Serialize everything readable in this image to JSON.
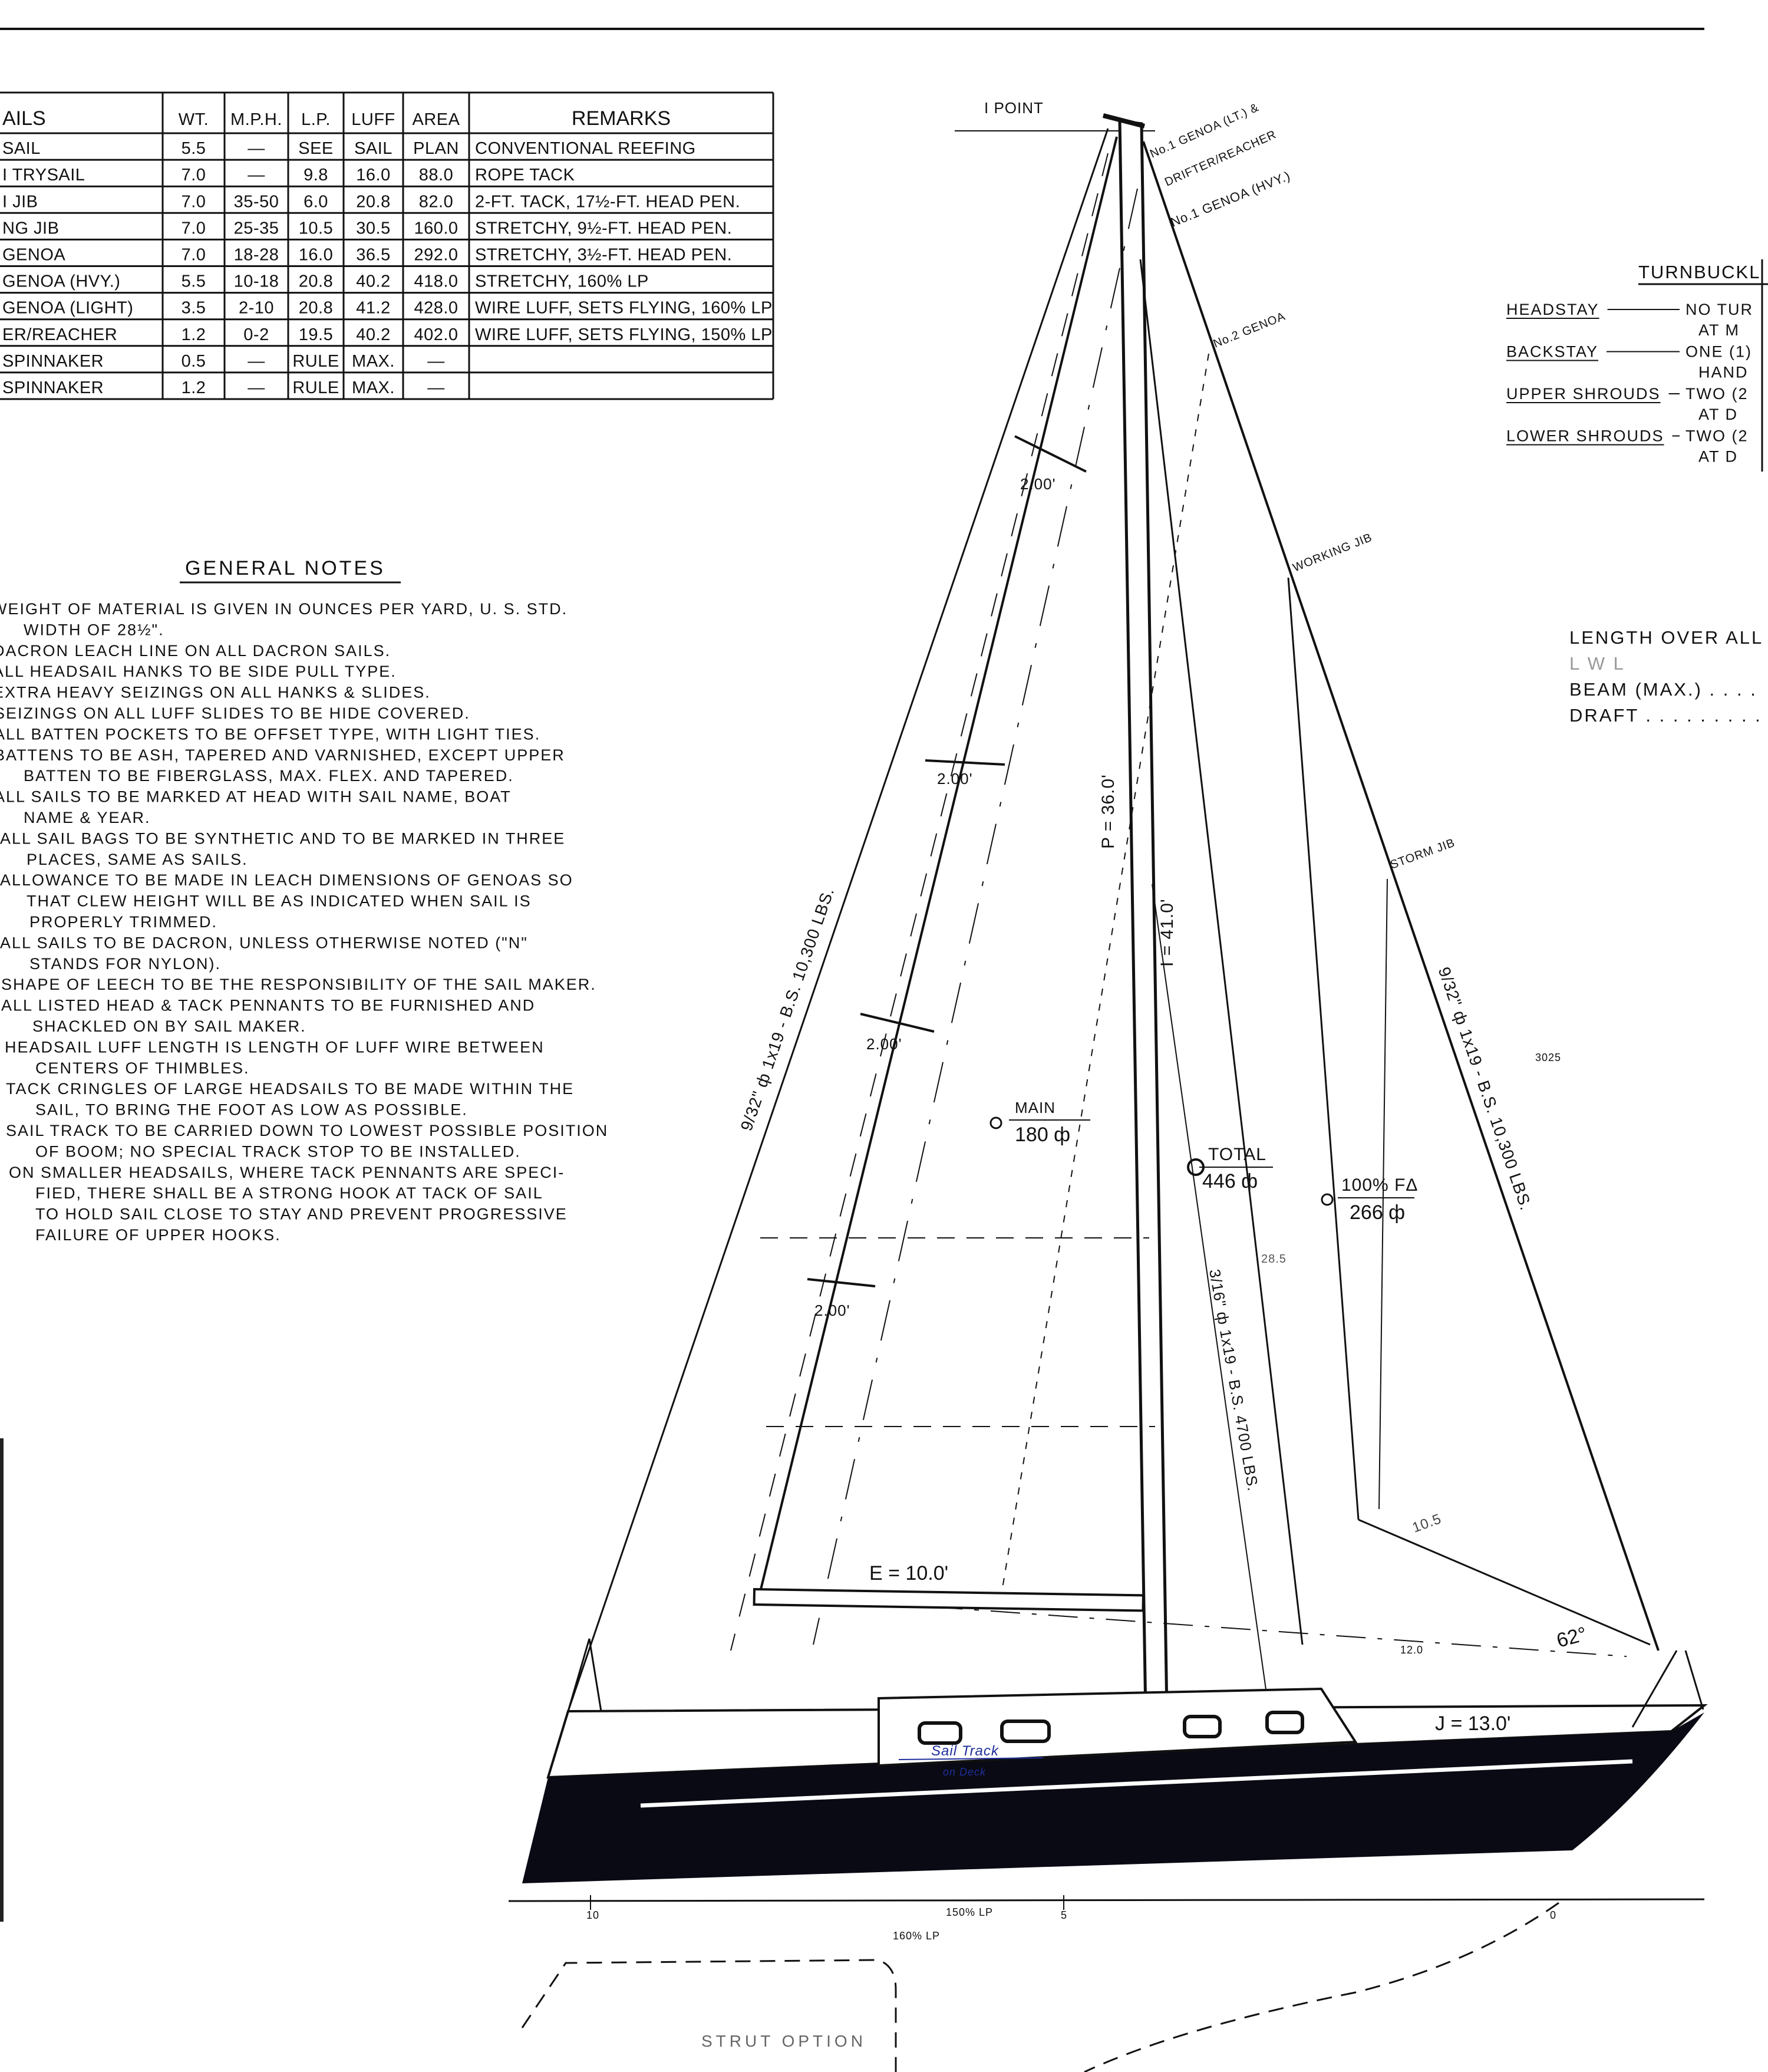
{
  "sail_table": {
    "headers": [
      "AILS",
      "WT.",
      "M.P.H.",
      "L.P.",
      "LUFF",
      "AREA",
      "REMARKS"
    ],
    "rows": [
      [
        "SAIL",
        "5.5",
        "—",
        "SEE",
        "SAIL",
        "PLAN",
        "CONVENTIONAL REEFING"
      ],
      [
        "I TRYSAIL",
        "7.0",
        "—",
        "9.8",
        "16.0",
        "88.0",
        "ROPE TACK"
      ],
      [
        "I JIB",
        "7.0",
        "35-50",
        "6.0",
        "20.8",
        "82.0",
        "2-FT. TACK, 17½-FT. HEAD PEN."
      ],
      [
        "NG JIB",
        "7.0",
        "25-35",
        "10.5",
        "30.5",
        "160.0",
        "STRETCHY, 9½-FT. HEAD PEN."
      ],
      [
        "GENOA",
        "7.0",
        "18-28",
        "16.0",
        "36.5",
        "292.0",
        "STRETCHY, 3½-FT. HEAD PEN."
      ],
      [
        "GENOA (HVY.)",
        "5.5",
        "10-18",
        "20.8",
        "40.2",
        "418.0",
        "STRETCHY, 160% LP"
      ],
      [
        "GENOA (LIGHT)",
        "3.5",
        "2-10",
        "20.8",
        "41.2",
        "428.0",
        "WIRE LUFF, SETS FLYING, 160% LP"
      ],
      [
        "ER/REACHER",
        "1.2",
        "0-2",
        "19.5",
        "40.2",
        "402.0",
        "WIRE LUFF, SETS FLYING, 150% LP"
      ],
      [
        "SPINNAKER",
        "0.5",
        "—",
        "RULE",
        "MAX.",
        "—",
        ""
      ],
      [
        "SPINNAKER",
        "1.2",
        "—",
        "RULE",
        "MAX.",
        "—",
        ""
      ]
    ]
  },
  "general_notes": {
    "title": "GENERAL NOTES",
    "lines": [
      "WEIGHT OF MATERIAL IS GIVEN IN OUNCES PER YARD, U. S. STD.",
      "WIDTH OF 28½\".",
      "DACRON LEACH LINE ON ALL DACRON SAILS.",
      "ALL HEADSAIL HANKS TO BE SIDE PULL TYPE.",
      "EXTRA HEAVY SEIZINGS ON ALL HANKS & SLIDES.",
      "SEIZINGS ON ALL LUFF SLIDES TO BE HIDE COVERED.",
      "ALL BATTEN POCKETS TO BE OFFSET TYPE, WITH LIGHT TIES.",
      "BATTENS TO BE ASH, TAPERED AND VARNISHED, EXCEPT UPPER",
      "BATTEN TO BE FIBERGLASS, MAX. FLEX. AND TAPERED.",
      "ALL SAILS TO BE MARKED AT HEAD WITH SAIL NAME, BOAT",
      "NAME & YEAR.",
      "ALL SAIL BAGS TO BE SYNTHETIC AND TO BE MARKED IN THREE",
      "PLACES, SAME AS SAILS.",
      "ALLOWANCE TO BE MADE IN LEACH DIMENSIONS OF GENOAS SO",
      "THAT CLEW HEIGHT WILL BE AS INDICATED WHEN SAIL IS",
      "PROPERLY TRIMMED.",
      "ALL SAILS TO BE DACRON, UNLESS OTHERWISE NOTED (\"N\"",
      "STANDS FOR NYLON).",
      "SHAPE OF LEECH TO BE THE RESPONSIBILITY OF THE SAIL MAKER.",
      "ALL LISTED HEAD & TACK PENNANTS TO BE FURNISHED AND",
      "SHACKLED ON BY SAIL MAKER.",
      "HEADSAIL LUFF LENGTH IS LENGTH OF LUFF WIRE BETWEEN",
      "CENTERS OF THIMBLES.",
      "TACK CRINGLES OF LARGE HEADSAILS TO BE MADE WITHIN THE",
      "SAIL, TO BRING THE FOOT AS LOW AS POSSIBLE.",
      "SAIL TRACK TO BE CARRIED DOWN TO LOWEST POSSIBLE POSITION",
      "OF BOOM; NO SPECIAL TRACK STOP TO BE INSTALLED.",
      "ON SMALLER HEADSAILS, WHERE TACK PENNANTS ARE SPECI-",
      "FIED, THERE SHALL BE A STRONG HOOK AT TACK OF SAIL",
      "TO HOLD SAIL CLOSE TO STAY AND PREVENT PROGRESSIVE",
      "FAILURE OF UPPER HOOKS."
    ]
  },
  "turnbuckles": {
    "title": "TURNBUCKL",
    "items": [
      {
        "name": "HEADSTAY",
        "value": "NO TUR",
        "cont": "AT M"
      },
      {
        "name": "BACKSTAY",
        "value": "ONE (1)",
        "cont": "HAND"
      },
      {
        "name": "UPPER SHROUDS",
        "value": "TWO (2",
        "cont": "AT D"
      },
      {
        "name": "LOWER SHROUDS",
        "value": "TWO (2",
        "cont": "AT D"
      }
    ]
  },
  "particulars": {
    "length_overall": "LENGTH OVER ALL",
    "lwl": "L W L",
    "beam": "BEAM (MAX.) . . . .",
    "draft": "DRAFT . . . . . . . . ."
  },
  "drawing": {
    "i_point": "I POINT",
    "genoa_lt": "No.1 GENOA (LT.) &",
    "drifter": "DRIFTER/REACHER",
    "genoa_hvy": "No.1 GENOA (HVY.)",
    "genoa_2": "No.2 GENOA",
    "working_jib": "WORKING JIB",
    "storm_jib": "STORM JIB",
    "batten_1": "2.00'",
    "batten_2": "2.00'",
    "batten_3": "2.00'",
    "batten_4": "2.00'",
    "p_dim": "P = 36.0'",
    "i_dim": "I = 41.0'",
    "main_label": "MAIN",
    "main_area": "180 ф",
    "total_label": "TOTAL",
    "total_area": "446 ф",
    "fore_label": "100% FΔ",
    "fore_area": "266 ф",
    "backstay_spec": "9/32\" ф 1x19 - B.S. 10,300 LBS.",
    "forestay_spec": "9/32\" ф 1x19 - B.S. 10,300 LBS.",
    "shroud_spec": "3/16\" ф 1x19 - B.S. 4700 LBS.",
    "note_3025": "3025",
    "note_285": "28.5",
    "dim_105": "10.5",
    "dim_120": "12.0",
    "angle": "62°",
    "e_dim": "E = 10.0'",
    "j_dim": "J = 13.0'",
    "sail_track": "Sail Track",
    "on_deck": "on Deck",
    "station_10": "10",
    "station_5": "5",
    "station_0": "0",
    "lp_150": "150% LP",
    "lp_160": "160% LP",
    "strut_option": "STRUT OPTION",
    "annotation_color": "#1f2f9c"
  }
}
